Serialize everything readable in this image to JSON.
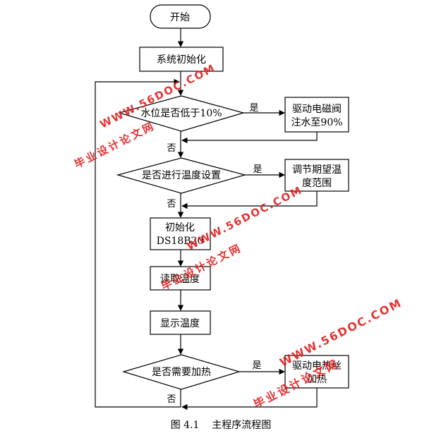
{
  "flowchart": {
    "start": "开始",
    "init_system": "系统初始化",
    "decision_water": "水位是否低于10%",
    "action_valve_line1": "驱动电磁阀",
    "action_valve_line2": "注水至90%",
    "decision_temp_set": "是否进行温度设置",
    "action_adjust_line1": "调节期望温",
    "action_adjust_line2": "度范围",
    "init_ds_line1": "初始化",
    "init_ds_line2": "DS18B20",
    "read_temp": "读取温度",
    "show_temp": "显示温度",
    "decision_heat": "是否需要加热",
    "action_heat_line1": "驱动电热丝",
    "action_heat_line2": "加热",
    "yes_label": "是",
    "no_label": "否"
  },
  "caption": "图 4.1    主程序流程图",
  "watermark": {
    "site": "WWW.56DOC.COM",
    "slogan": "毕业设计论文网",
    "color": "#e02020"
  }
}
